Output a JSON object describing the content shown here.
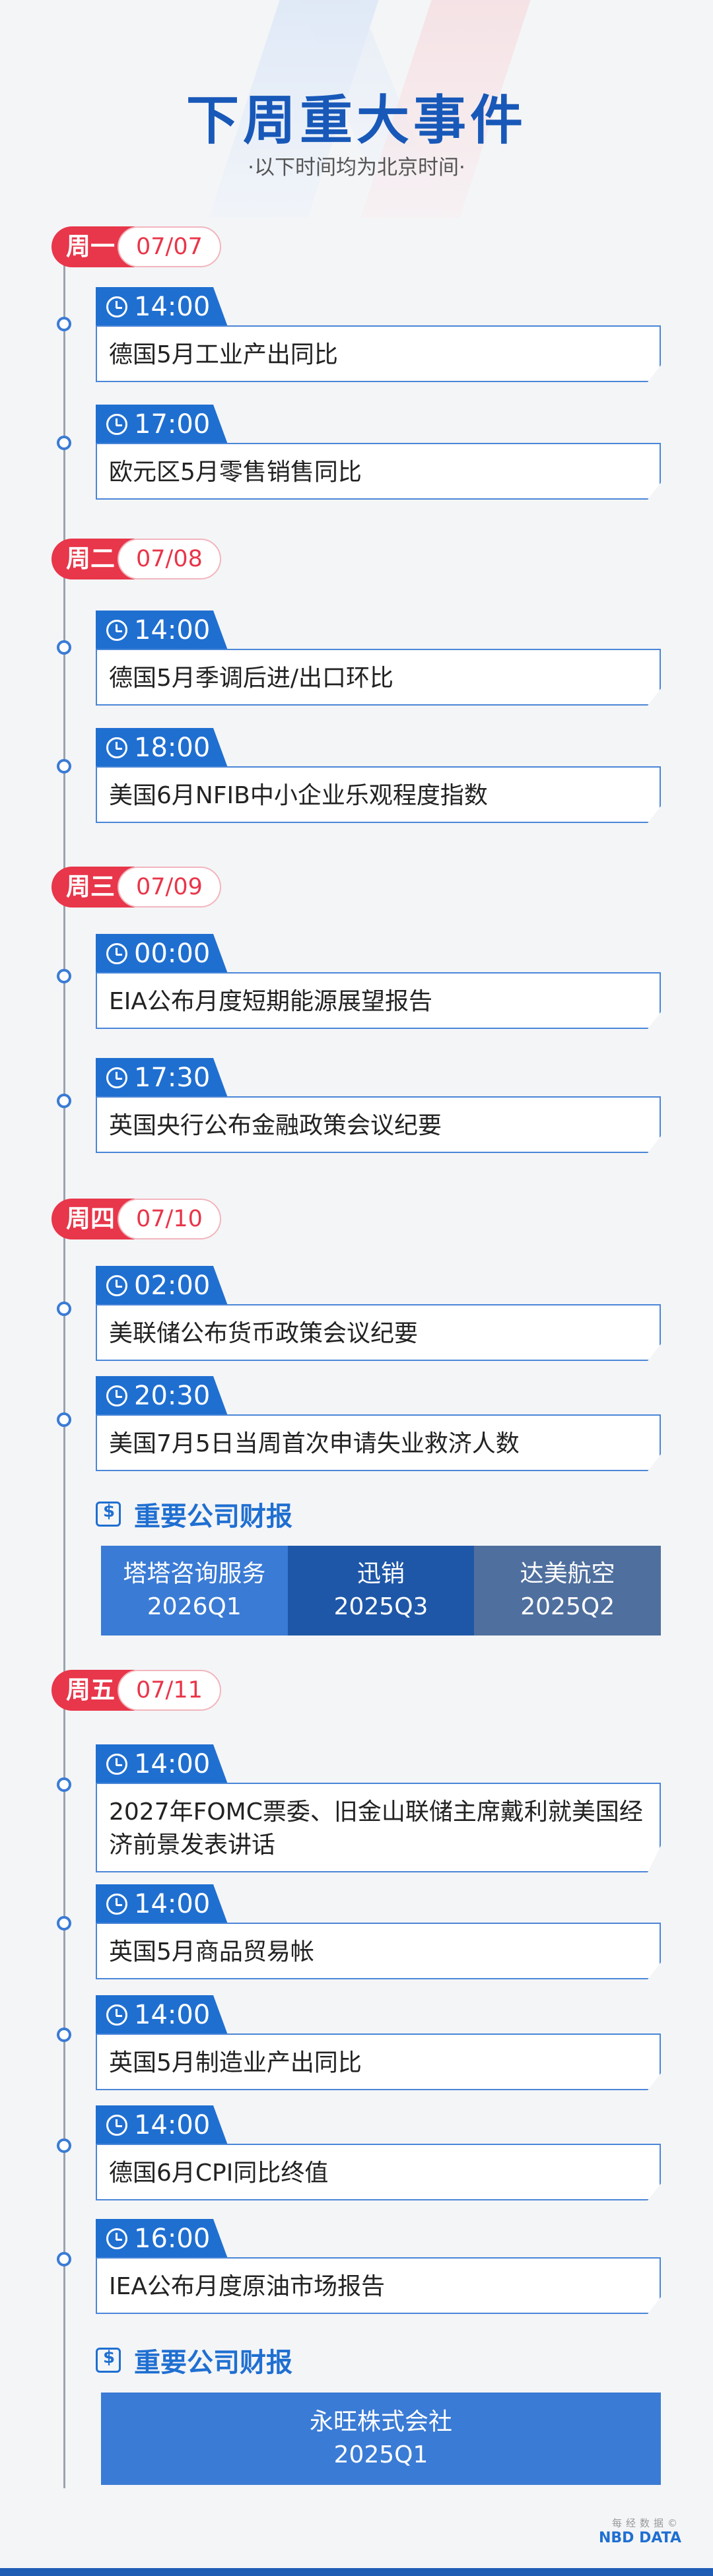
{
  "header": {
    "title": "下周重大事件",
    "subtitle": "·以下时间均为北京时间·"
  },
  "days": [
    {
      "day": "周一",
      "date": "07/07",
      "events": [
        {
          "time": "14:00",
          "text": "德国5月工业产出同比"
        },
        {
          "time": "17:00",
          "text": "欧元区5月零售销售同比"
        }
      ]
    },
    {
      "day": "周二",
      "date": "07/08",
      "events": [
        {
          "time": "14:00",
          "text": "德国5月季调后进/出口环比"
        },
        {
          "time": "18:00",
          "text": "美国6月NFIB中小企业乐观程度指数"
        }
      ]
    },
    {
      "day": "周三",
      "date": "07/09",
      "events": [
        {
          "time": "00:00",
          "text": "EIA公布月度短期能源展望报告"
        },
        {
          "time": "17:30",
          "text": "英国央行公布金融政策会议纪要"
        }
      ]
    },
    {
      "day": "周四",
      "date": "07/10",
      "events": [
        {
          "time": "02:00",
          "text": "美联储公布货币政策会议纪要"
        },
        {
          "time": "20:30",
          "text": "美国7月5日当周首次申请失业救济人数"
        }
      ],
      "report_title": "重要公司财报",
      "companies": [
        {
          "name": "塔塔咨询服务",
          "period": "2026Q1",
          "color": "#3a7bd5"
        },
        {
          "name": "迅销",
          "period": "2025Q3",
          "color": "#1e57a8"
        },
        {
          "name": "达美航空",
          "period": "2025Q2",
          "color": "#4f6f9e"
        }
      ]
    },
    {
      "day": "周五",
      "date": "07/11",
      "events": [
        {
          "time": "14:00",
          "text": "2027年FOMC票委、旧金山联储主席戴利就美国经济前景发表讲话"
        },
        {
          "time": "14:00",
          "text": "英国5月商品贸易帐"
        },
        {
          "time": "14:00",
          "text": "英国5月制造业产出同比"
        },
        {
          "time": "14:00",
          "text": "德国6月CPI同比终值"
        },
        {
          "time": "16:00",
          "text": "IEA公布月度原油市场报告"
        }
      ],
      "report_title": "重要公司财报",
      "companies": [
        {
          "name": "永旺株式会社",
          "period": "2025Q1",
          "color": "#3a7bd5"
        }
      ]
    }
  ],
  "footer": {
    "logo_cn": "每经数据",
    "logo_en": "NBD DATA",
    "logo_mark": "©"
  }
}
